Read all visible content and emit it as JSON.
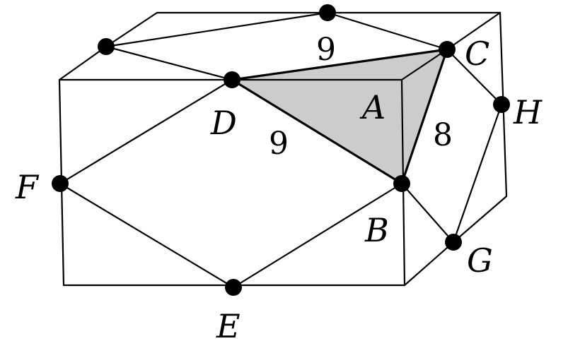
{
  "diagram": {
    "colors": {
      "stroke": "#000000",
      "shaded_face": "#cccccc",
      "background": "#ffffff"
    },
    "vertex_labels": {
      "A": "A",
      "B": "B",
      "C": "C",
      "D": "D",
      "E": "E",
      "F": "F",
      "G": "G",
      "H": "H"
    },
    "edge_labels": {
      "top_edge": "9",
      "DB": "9",
      "CB": "8"
    }
  }
}
